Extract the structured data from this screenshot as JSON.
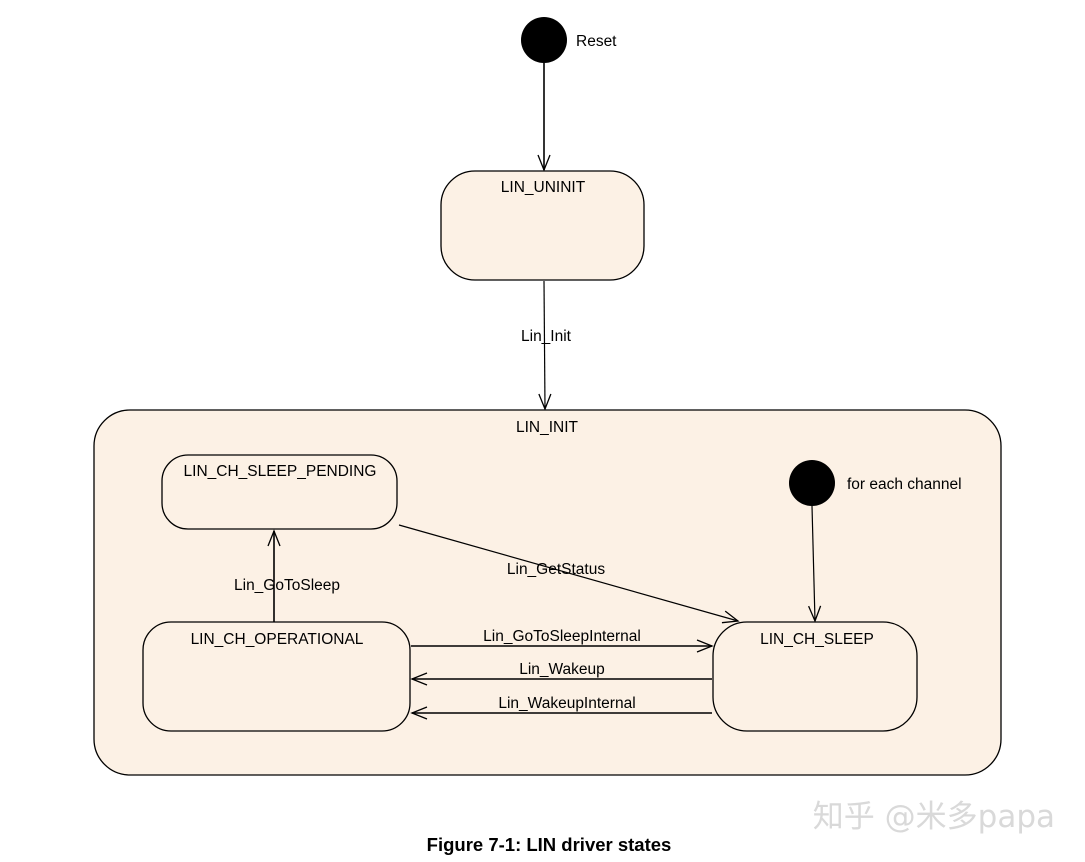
{
  "states": {
    "uninit": "LIN_UNINIT",
    "init": "LIN_INIT",
    "sleep_pending": "LIN_CH_SLEEP_PENDING",
    "operational": "LIN_CH_OPERATIONAL",
    "sleep": "LIN_CH_SLEEP"
  },
  "initial_nodes": {
    "reset": "Reset",
    "per_channel": "for each channel"
  },
  "transitions": {
    "init": "Lin_Init",
    "go_to_sleep": "Lin_GoToSleep",
    "get_status": "Lin_GetStatus",
    "go_to_sleep_internal": "Lin_GoToSleepInternal",
    "wakeup": "Lin_Wakeup",
    "wakeup_internal": "Lin_WakeupInternal"
  },
  "caption": "Figure 7-1: LIN driver states",
  "watermark": "知乎 @米多papa"
}
